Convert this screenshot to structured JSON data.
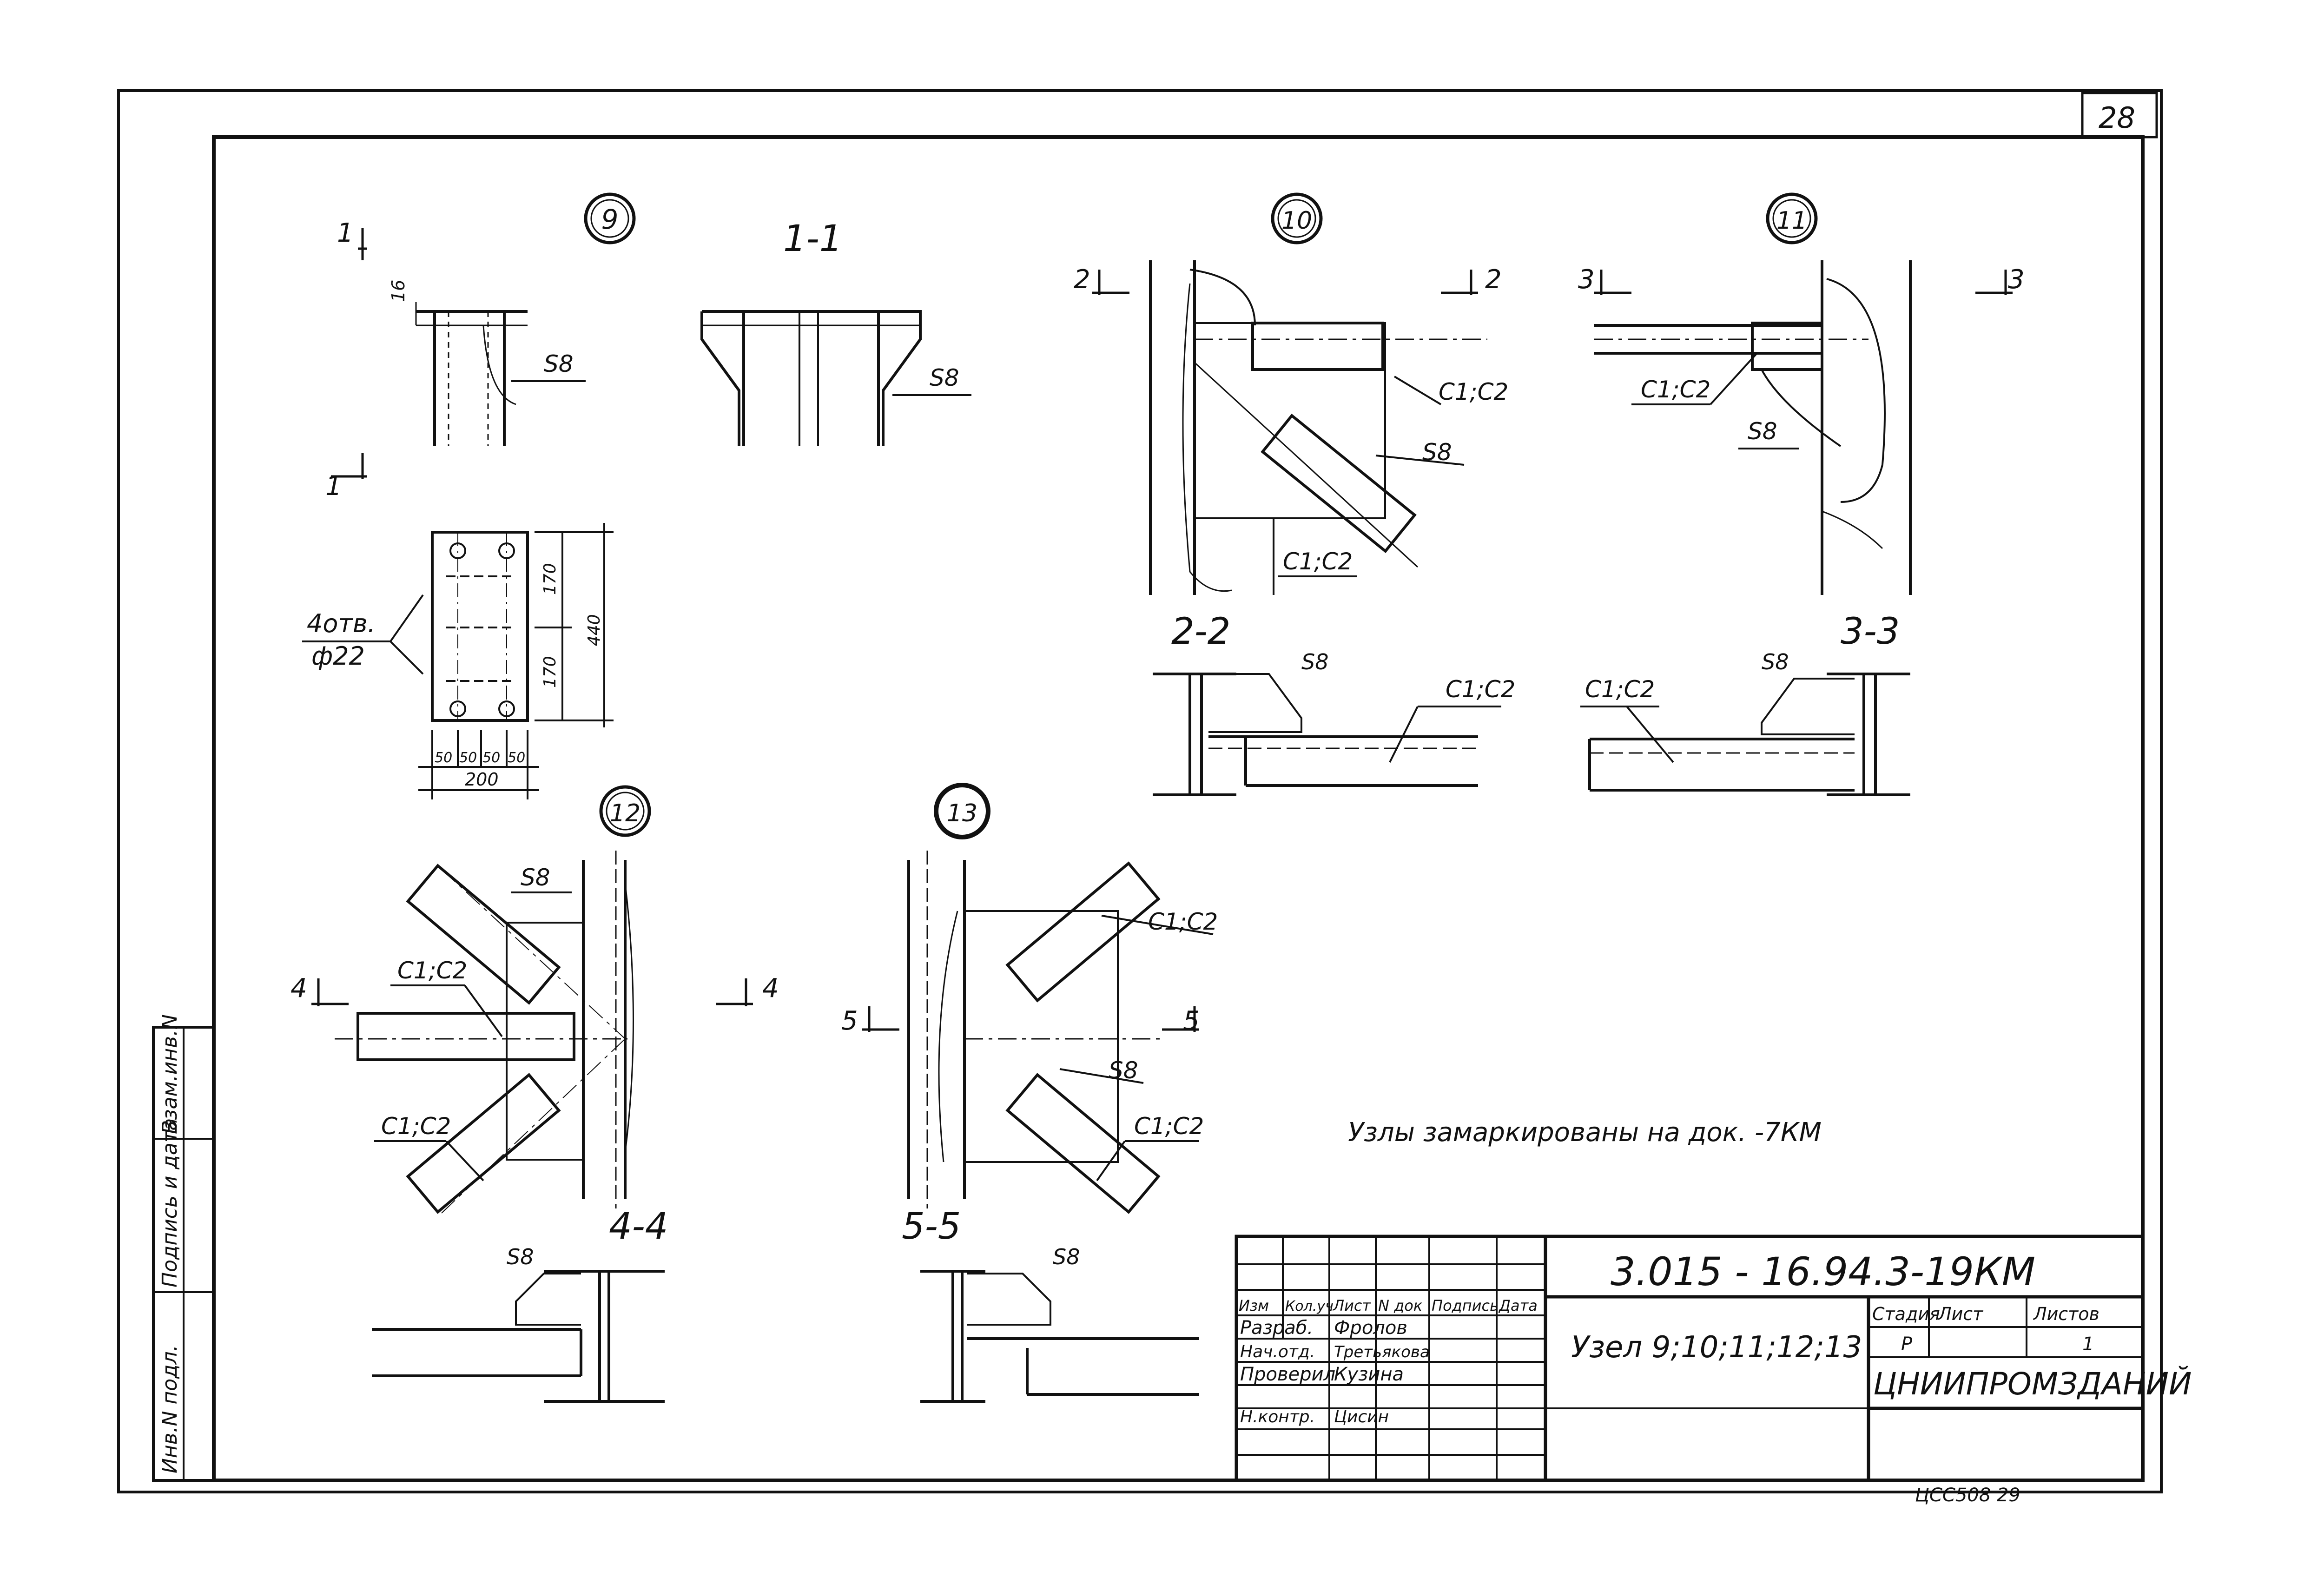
{
  "sheet_number": "28",
  "nodes": [
    {
      "number": "9",
      "marker": "9"
    },
    {
      "number": "10",
      "marker": "10"
    },
    {
      "number": "11",
      "marker": "11"
    },
    {
      "number": "12",
      "marker": "12"
    },
    {
      "number": "13",
      "marker": "13"
    }
  ],
  "sections": {
    "s11": "1-1",
    "s22": "2-2",
    "s33": "3-3",
    "s44": "4-4",
    "s55": "5-5",
    "m1": "1",
    "m2": "2",
    "m3": "3",
    "m4": "4",
    "m5": "5"
  },
  "labels": {
    "s8": "S8",
    "c1c2": "C1;C2",
    "holes_count": "4отв.",
    "holes_dia": "ф22",
    "dim_16": "16",
    "dim_170": "170",
    "dim_440": "440",
    "dim_50": "50",
    "dim_200": "200"
  },
  "note": "Узлы замаркированы на док. -7КМ",
  "title_block": {
    "doc_code": "3.015 - 16.94.3-19КМ",
    "title": "Узел 9;10;11;12;13",
    "headers": [
      "Изм",
      "Кол.уч",
      "Лист",
      "N док",
      "Подпись",
      "Дата"
    ],
    "roles": [
      "Разраб.",
      "Нач.отд.",
      "Проверил",
      "Н.контр."
    ],
    "names": [
      "Фролов",
      "Третьякова",
      "Кузина",
      "Цисин"
    ],
    "stage_label": "Стадия",
    "sheet_label": "Лист",
    "sheets_label": "Листов",
    "stage": "Р",
    "sheets": "1",
    "organization": "ЦНИИПРОМЗДАНИЙ"
  },
  "side_stamp": [
    "Инв.N подл.",
    "Подпись и дата",
    "Взам.инв.N"
  ],
  "footer_stamp": "ЦСС508 29"
}
